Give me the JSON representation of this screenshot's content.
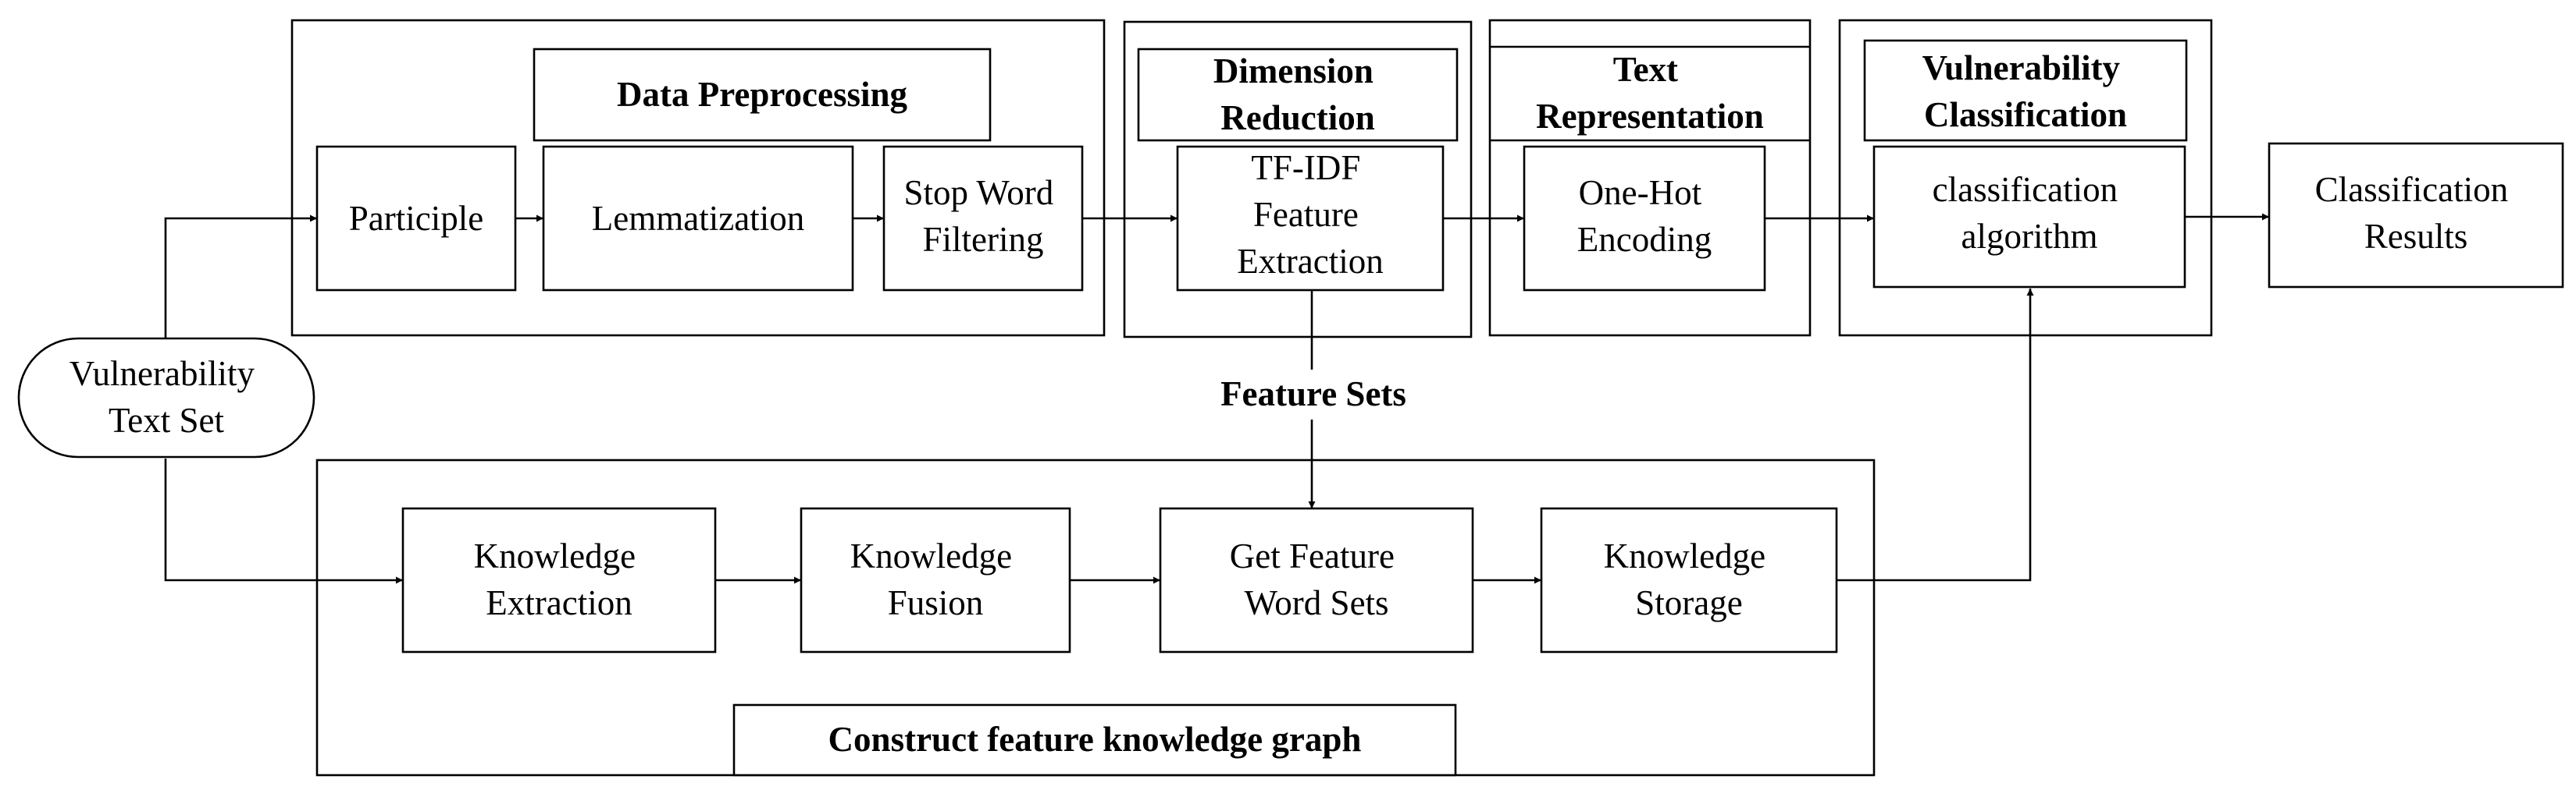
{
  "diagram": {
    "groups": {
      "data_preprocessing": "Data Preprocessing",
      "dimension_reduction": [
        "Dimension",
        "Reduction"
      ],
      "text_representation": [
        "Text",
        "Representation"
      ],
      "vulnerability_classification": [
        "Vulnerability",
        "Classification"
      ],
      "knowledge_graph": "Construct feature knowledge graph"
    },
    "nodes": {
      "input": [
        "Vulnerability",
        "Text Set"
      ],
      "participle": "Participle",
      "lemmatization": "Lemmatization",
      "stop_word": [
        "Stop Word",
        "Filtering"
      ],
      "tfidf": [
        "TF-IDF",
        "Feature",
        "Extraction"
      ],
      "onehot": [
        "One-Hot",
        "Encoding"
      ],
      "classifier": [
        "classification",
        "algorithm"
      ],
      "results": [
        "Classification",
        "Results"
      ],
      "knowledge_extraction": [
        "Knowledge",
        "Extraction"
      ],
      "knowledge_fusion": [
        "Knowledge",
        "Fusion"
      ],
      "feature_words": [
        "Get Feature",
        "Word Sets"
      ],
      "knowledge_storage": [
        "Knowledge",
        "Storage"
      ]
    },
    "edge_labels": {
      "feature_sets": "Feature Sets"
    }
  }
}
